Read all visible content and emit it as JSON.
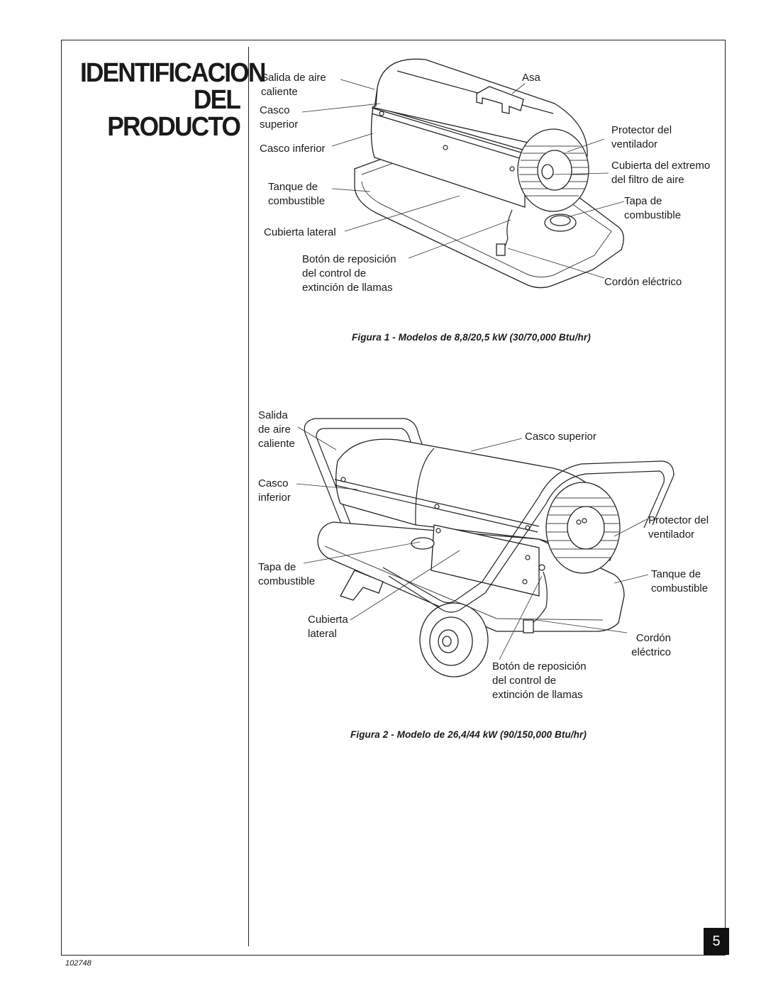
{
  "title": {
    "line1": "IDENTIFICACION",
    "line2": "DEL",
    "line3": "PRODUCTO"
  },
  "figure1": {
    "caption": "Figura 1 - Modelos de 8,8/20,5 kW (30/70,000 Btu/hr)",
    "labels": {
      "salida1": "Salida de aire",
      "salida2": "caliente",
      "casco1": "Casco",
      "casco2": "superior",
      "casco_inferior": "Casco inferior",
      "tanque1": "Tanque de",
      "tanque2": "combustible",
      "cubierta_lateral": "Cubierta lateral",
      "boton1": "Botón de reposición",
      "boton2": "del control de",
      "boton3": "extinción de llamas",
      "asa": "Asa",
      "protector1": "Protector del",
      "protector2": "ventilador",
      "filtro1": "Cubierta del extremo",
      "filtro2": "del filtro de aire",
      "tapa1": "Tapa de",
      "tapa2": "combustible",
      "cordon": "Cordón eléctrico"
    }
  },
  "figure2": {
    "caption": "Figura 2 - Modelo de 26,4/44 kW (90/150,000 Btu/hr)",
    "labels": {
      "salida1": "Salida",
      "salida2": "de aire",
      "salida3": "caliente",
      "casco1": "Casco",
      "casco2": "inferior",
      "tapa1": "Tapa de",
      "tapa2": "combustible",
      "cubierta1": "Cubierta",
      "cubierta2": "lateral",
      "casco_superior": "Casco superior",
      "protector1": "Protector del",
      "protector2": "ventilador",
      "tanque1": "Tanque de",
      "tanque2": "combustible",
      "cordon1": "Cordón",
      "cordon2": "eléctrico",
      "boton1": "Botón de reposición",
      "boton2": "del control de",
      "boton3": "extinción de llamas"
    }
  },
  "page_number": "5",
  "doc_id": "102748"
}
